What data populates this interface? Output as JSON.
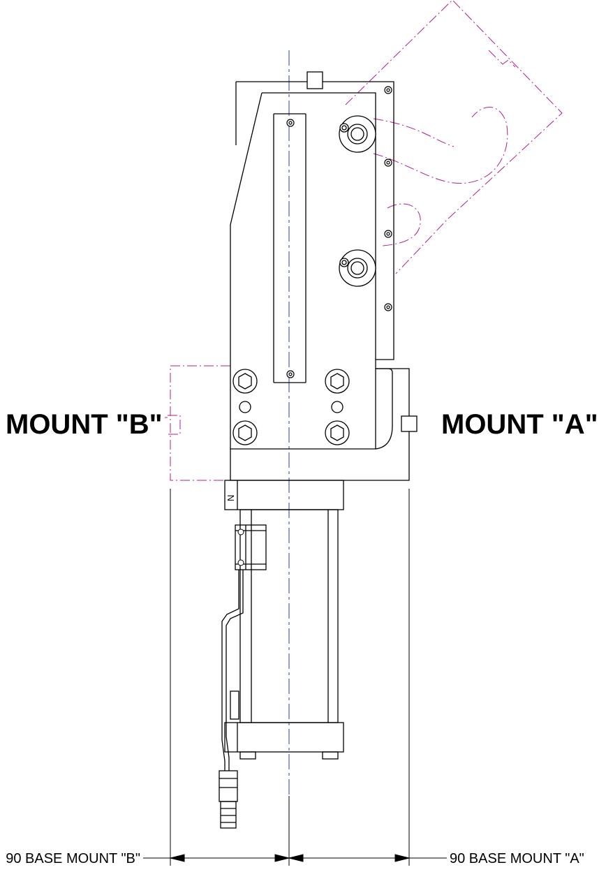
{
  "labels": {
    "mount_b": "MOUNT \"B\"",
    "mount_a": "MOUNT \"A\"",
    "dim_b": "90 BASE MOUNT \"B\"",
    "dim_a": "90 BASE MOUNT \"A\"",
    "cylinder_letter": "N"
  },
  "colors": {
    "line": "#000000",
    "phantom": "#b0208a",
    "centerline": "#2b3fa8"
  }
}
